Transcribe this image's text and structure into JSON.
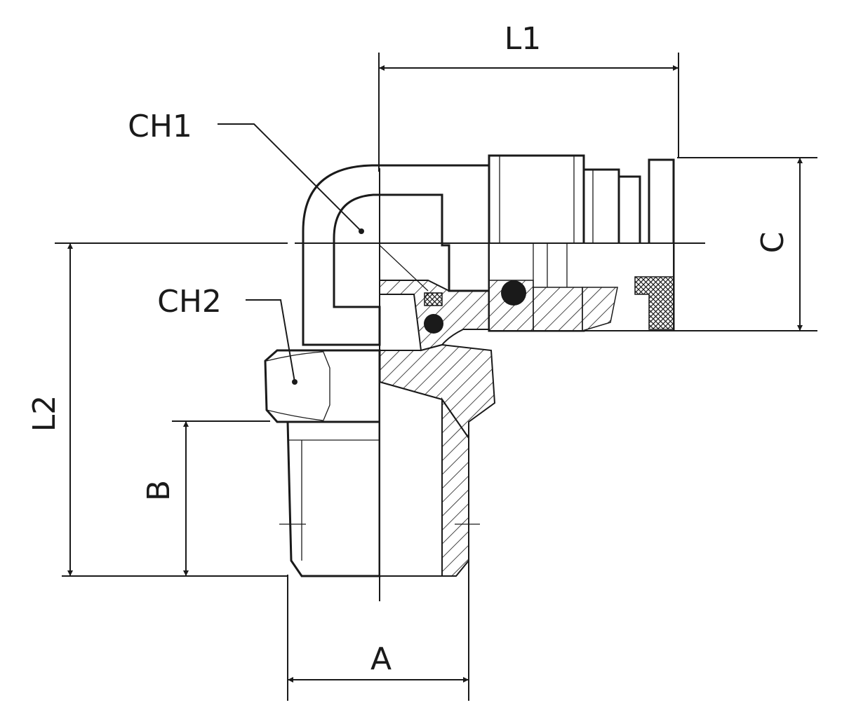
{
  "drawing": {
    "title": "Elbow push-in fitting with swivel and threaded male connection",
    "labels": {
      "l1": "L1",
      "ch1": "CH1",
      "ch2": "CH2",
      "c": "C",
      "l2": "L2",
      "b": "B",
      "a": "A"
    },
    "colors": {
      "ink": "#1a1a1a",
      "background": "#ffffff"
    }
  }
}
